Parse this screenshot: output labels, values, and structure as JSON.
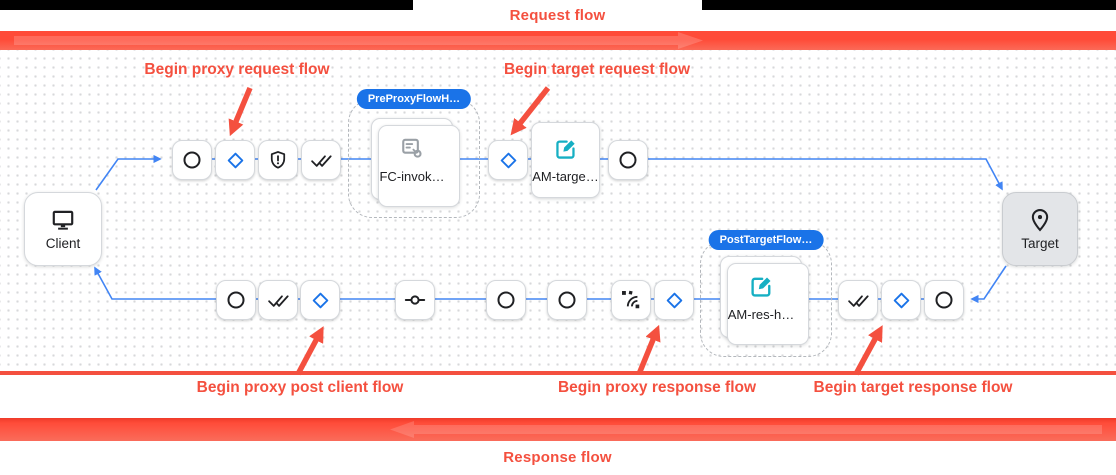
{
  "banners": {
    "request_label": "Request flow",
    "response_label": "Response flow"
  },
  "annotations": [
    {
      "label": "Begin proxy request flow"
    },
    {
      "label": "Begin target request flow"
    },
    {
      "label": "Begin proxy post client flow"
    },
    {
      "label": "Begin proxy response flow"
    },
    {
      "label": "Begin target response flow"
    }
  ],
  "endpoints": {
    "client": {
      "label": "Client",
      "icon": "monitor-icon"
    },
    "target": {
      "label": "Target",
      "icon": "location-pin-icon"
    }
  },
  "request_flow": {
    "steps": [
      "circle-icon",
      "diamond-icon",
      "shield-alert-icon",
      "double-check-icon",
      "diamond-icon",
      "circle-icon"
    ],
    "group": {
      "badge": "PreProxyFlowH…",
      "card": {
        "label": "FC-invok…",
        "icon": "flow-callout-icon"
      }
    },
    "policy_card": {
      "label": "AM-targe…",
      "icon": "edit-icon"
    }
  },
  "response_flow": {
    "steps": [
      "circle-icon",
      "double-check-icon",
      "diamond-icon",
      "commit-icon",
      "circle-icon",
      "circle-icon",
      "leak-waves-icon",
      "diamond-icon",
      "double-check-icon",
      "diamond-icon",
      "circle-icon"
    ],
    "group": {
      "badge": "PostTargetFlow…",
      "card": {
        "label": "AM-res-h…",
        "icon": "edit-icon"
      }
    }
  },
  "colors": {
    "annotation_red": "#f4503f",
    "badge_blue": "#1a73e8",
    "connector_blue": "#4285f4",
    "edit_teal": "#16afc3"
  }
}
